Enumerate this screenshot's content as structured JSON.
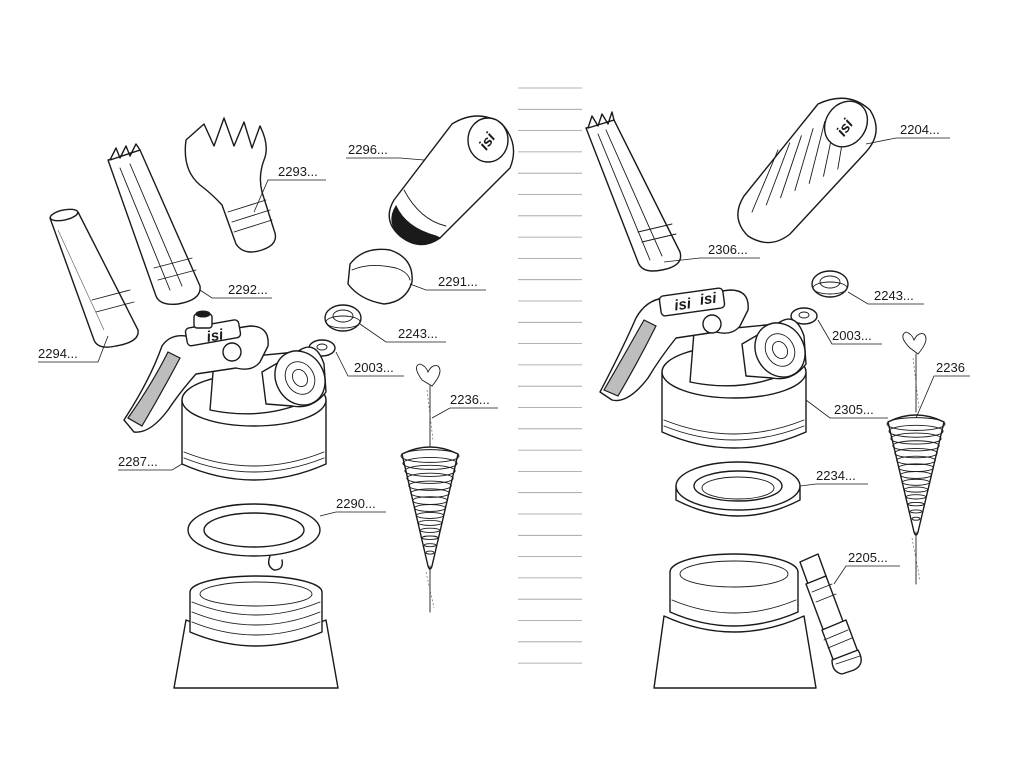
{
  "brand": {
    "logo_text": "isi"
  },
  "left_assembly": {
    "labels": {
      "nozzle_2294": "2294...",
      "nozzle_2292": "2292...",
      "nozzle_2293": "2293...",
      "cap_2296": "2296...",
      "cap_2291": "2291...",
      "valve_2243": "2243...",
      "gasket_2003": "2003...",
      "brush_2236": "2236...",
      "head_2287": "2287...",
      "seal_2290": "2290..."
    }
  },
  "right_assembly": {
    "labels": {
      "nozzle_2306": "2306...",
      "cap_2204": "2204...",
      "valve_2243": "2243...",
      "gasket_2003": "2003...",
      "brush_2236": "2236",
      "head_2305": "2305...",
      "seal_2234": "2234...",
      "valve_2205": "2205..."
    }
  }
}
